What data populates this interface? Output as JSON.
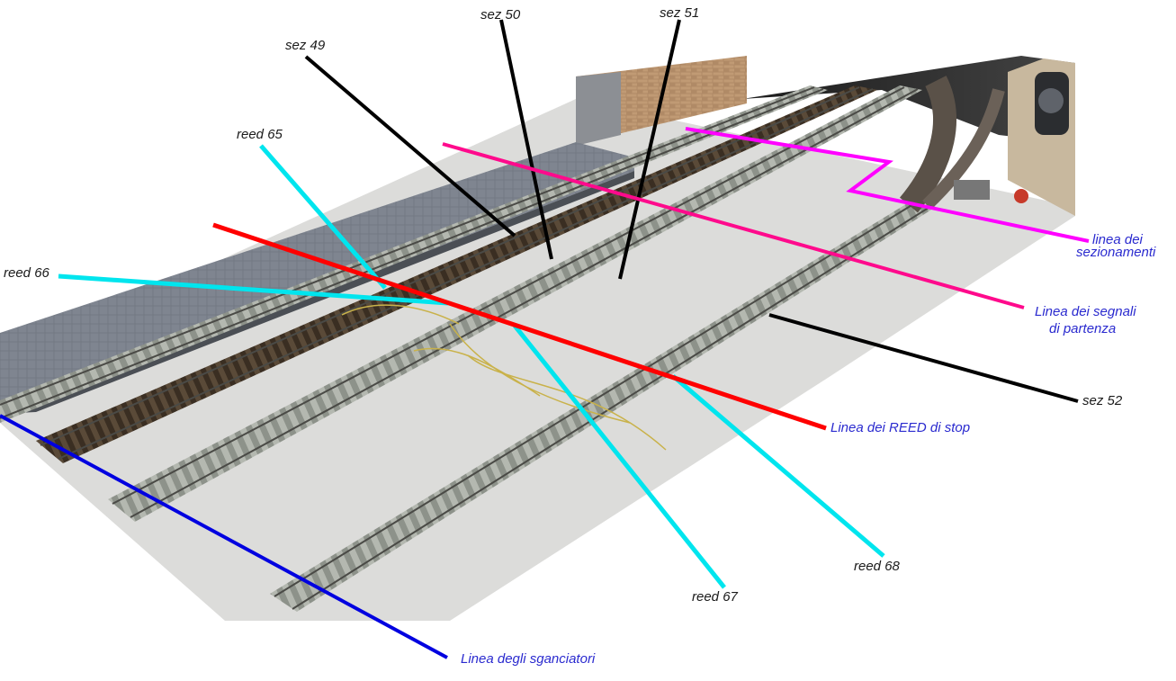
{
  "labels": {
    "sez_49": "sez 49",
    "sez_50": "sez 50",
    "sez_51": "sez 51",
    "sez_52": "sez 52",
    "reed_65": "reed 65",
    "reed_66": "reed 66",
    "reed_67": "reed 67",
    "reed_68": "reed 68",
    "linea_sezionamenti_1": "linea dei",
    "linea_sezionamenti_2": "sezionamenti",
    "linea_segnali_1": "Linea dei segnali",
    "linea_segnali_2": "di partenza",
    "linea_reed_stop": "Linea dei REED di stop",
    "linea_sganciatori": "Linea degli sganciatori"
  },
  "colors": {
    "label_dark": "#1a1a1a",
    "label_blue": "#2a2acf",
    "line_black": "#000000",
    "line_cyan": "#00e5ee",
    "line_red": "#ff0000",
    "line_magenta": "#ff00ff",
    "line_pink": "#ff0a8c",
    "line_blue": "#0000e0"
  }
}
